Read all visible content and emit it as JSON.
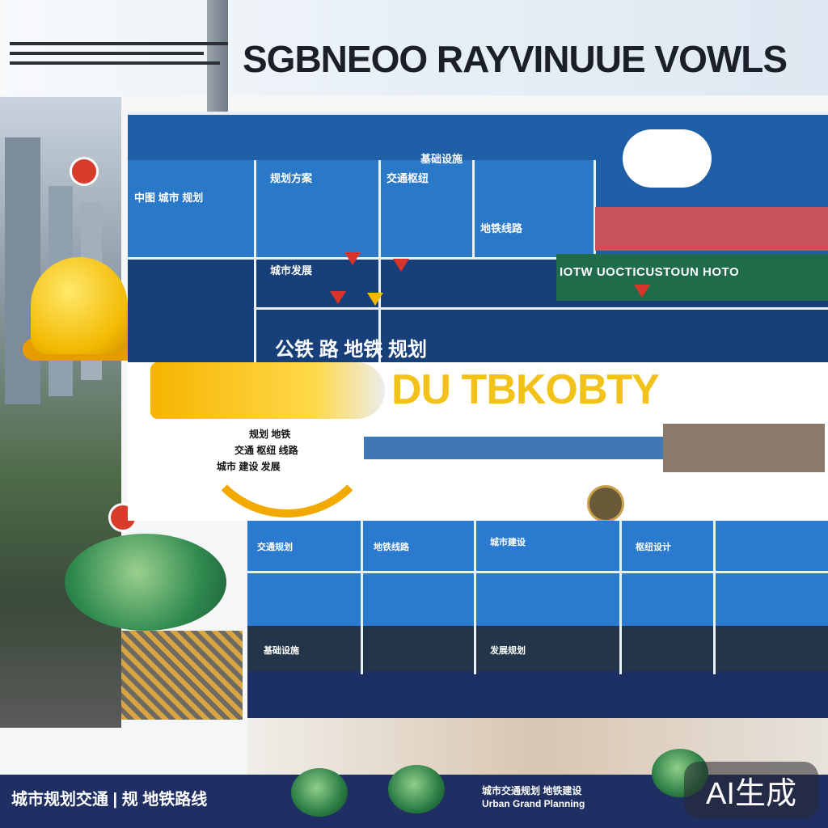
{
  "header": {
    "title": "SGBNEOO RAYVINUUE VOWLS"
  },
  "board_top": {
    "label_left": "中图 城市 规划",
    "row_big_text": "公铁 路 地铁 规划",
    "strip_title": "IOTW UOCTICUSTOUN HOTO",
    "mini_labels": [
      "规划方案",
      "交通枢纽",
      "地铁线路",
      "城市发展",
      "基础设施"
    ]
  },
  "middle": {
    "big_title": "DU TBKOBTY",
    "caption_lines": [
      "规划 地铁",
      "交通 枢纽 线路",
      "城市 建设 发展"
    ]
  },
  "board_bottom": {
    "cells": [
      "交通规划",
      "地铁线路",
      "城市建设",
      "枢纽设计",
      "基础设施",
      "发展规划"
    ]
  },
  "footer": {
    "left_text": "城市规划交通 | 规 地铁路线",
    "right_line1": "城市交通规划 地铁建设",
    "right_line2": "Urban Grand Planning"
  },
  "badge": {
    "text": "AI生成"
  },
  "colors": {
    "board_blue": "#1e5fa8",
    "accent_yellow": "#f2c21a",
    "footer_navy": "#1f2f63"
  }
}
